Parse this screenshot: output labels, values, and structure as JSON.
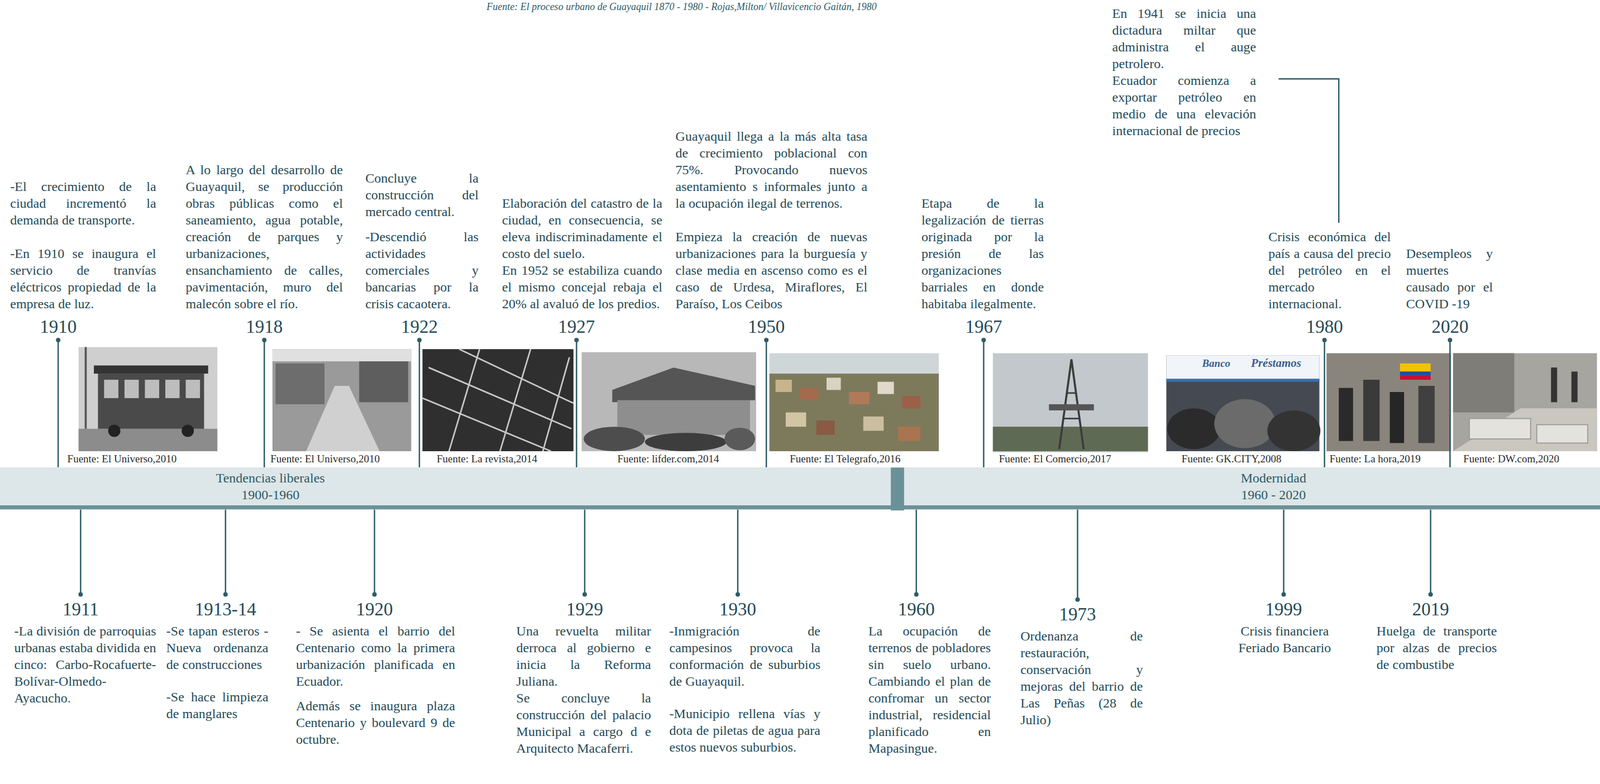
{
  "diagram": {
    "nodes": [
      {
        "text": [
          "Tendencias liberales",
          "1900-1960"
        ]
      },
      {
        "text": [
          "Modernidad",
          "1960 - 2020"
        ]
      },
      {
        "text": [
          "1910",
          "-El crecimiento de la ciudad incrementó la demanda de transporte.",
          "-En 1910 se inaugura el servicio de tranvías eléctricos propiedad de la empresa de luz."
        ]
      },
      {
        "text": [
          "1918",
          "A lo largo del desarrollo de Guayaquil, se producción obras públicas como el saneamiento, agua potable, creación de parques y urbanizaciones, ensanchamiento de calles, pavimentación, muro del malecón sobre el río."
        ]
      },
      {
        "text": [
          "1922",
          "Concluye la construcción del mercado central.",
          "-Descendió las actividades comerciales y bancarias por la crisis cacaotera."
        ]
      },
      {
        "text": [
          "1927",
          "Elaboración del catastro de la ciudad, en consecuencia, se eleva indiscriminadamente el costo del suelo.",
          "En 1952 se estabiliza cuando el mismo concejal rebaja el 20% al avaluó de los predios."
        ]
      },
      {
        "text": [
          "1950",
          "Guayaquil llega a la más alta tasa de crecimiento poblacional con 75%. Provocando nuevos asentamiento s informales junto a la ocupación ilegal de terrenos.",
          "Empieza la creación de nuevas urbanizaciones para la burguesía y clase media en ascenso como es el caso de Urdesa, Miraflores, El Paraíso, Los Ceibos"
        ]
      },
      {
        "text": [
          "1967",
          "Etapa de la legalización de tierras originada por la presión de las organizaciones barriales en donde habitaba ilegalmente."
        ]
      },
      {
        "text": [
          "En 1941 se inicia una dictadura miltar que administra el auge petrolero.",
          "Ecuador comienza a exportar petróleo en medio de una elevación internacional de precios"
        ]
      },
      {
        "text": [
          "1980",
          "Crisis económica del país a causa del precio del petróleo en el mercado internacional."
        ]
      },
      {
        "text": [
          "2020",
          "Desempleos y muertes causado por el COVID -19"
        ]
      },
      {
        "text": [
          "1911",
          "-La división de parroquias urbanas estaba dividida en cinco: Carbo-Rocafuerte-Bolívar-Olmedo-Ayacucho."
        ]
      },
      {
        "text": [
          "1913-14",
          "-Se tapan esteros -Nueva ordenanza de construcciones",
          "-Se hace limpieza de manglares"
        ]
      },
      {
        "text": [
          "1920",
          "- Se asienta el barrio del Centenario como la primera urbanización planificada en Ecuador.",
          "Además se inaugura plaza Centenario y boulevard 9 de octubre."
        ]
      },
      {
        "text": [
          "1929",
          "Una revuelta militar derroca al gobierno e inicia la Reforma Juliana.",
          "Se concluye la construcción del palacio Municipal a cargo d e Arquitecto Macaferri."
        ]
      },
      {
        "text": [
          "1930",
          "-Inmigración de campesinos provoca la conformación de suburbios de Guayaquil.",
          "-Municipio rellena vías y dota de piletas de agua para estos nuevos suburbios."
        ]
      },
      {
        "text": [
          "1960",
          "La ocupación de terrenos de pobladores sin suelo urbano. Cambiando el plan de confromar un sector industrial, residencial planificado en Mapasingue."
        ]
      },
      {
        "text": [
          "1973",
          "Ordenanza de restauración, conservación y mejoras del barrio de Las Peñas (28 de Julio)"
        ]
      },
      {
        "text": [
          "1999",
          "Crisis financiera Feriado Bancario"
        ]
      },
      {
        "text": [
          "2019",
          "Huelga de transporte por alzas de precios de combustibe"
        ]
      }
    ],
    "edges": [
      {
        "from": 2,
        "to": 0,
        "arrow": "none"
      },
      {
        "from": 3,
        "to": 0,
        "arrow": "none"
      },
      {
        "from": 4,
        "to": 0,
        "arrow": "none"
      },
      {
        "from": 5,
        "to": 0,
        "arrow": "none"
      },
      {
        "from": 6,
        "to": 0,
        "arrow": "none"
      },
      {
        "from": 7,
        "to": 1,
        "arrow": "none"
      },
      {
        "from": 8,
        "to": 9,
        "arrow": "none"
      },
      {
        "from": 9,
        "to": 1,
        "arrow": "none"
      },
      {
        "from": 10,
        "to": 1,
        "arrow": "none"
      },
      {
        "from": 11,
        "to": 0,
        "arrow": "none"
      },
      {
        "from": 12,
        "to": 0,
        "arrow": "none"
      },
      {
        "from": 13,
        "to": 0,
        "arrow": "none"
      },
      {
        "from": 14,
        "to": 0,
        "arrow": "none"
      },
      {
        "from": 15,
        "to": 0,
        "arrow": "none"
      },
      {
        "from": 16,
        "to": 1,
        "arrow": "none"
      },
      {
        "from": 17,
        "to": 1,
        "arrow": "none"
      },
      {
        "from": 18,
        "to": 1,
        "arrow": "none"
      },
      {
        "from": 19,
        "to": 1,
        "arrow": "none"
      }
    ],
    "labels": [
      "Fuente: El proceso urbano de Guayaquil 1870 - 1980 - Rojas,Milton/ Villavicencio Gaitán, 1980",
      "Fuente: El Universo,2010",
      "Fuente: El Universo,2010",
      "Fuente: La revista,2014",
      "Fuente: lifder.com,2014",
      "Fuente: El Telegrafo,2016",
      "Fuente: El Comercio,2017",
      "Fuente: GK.CITY,2008",
      "Fuente: La hora,2019",
      "Fuente: DW.com,2020",
      "Banco",
      "Préstamos"
    ]
  }
}
